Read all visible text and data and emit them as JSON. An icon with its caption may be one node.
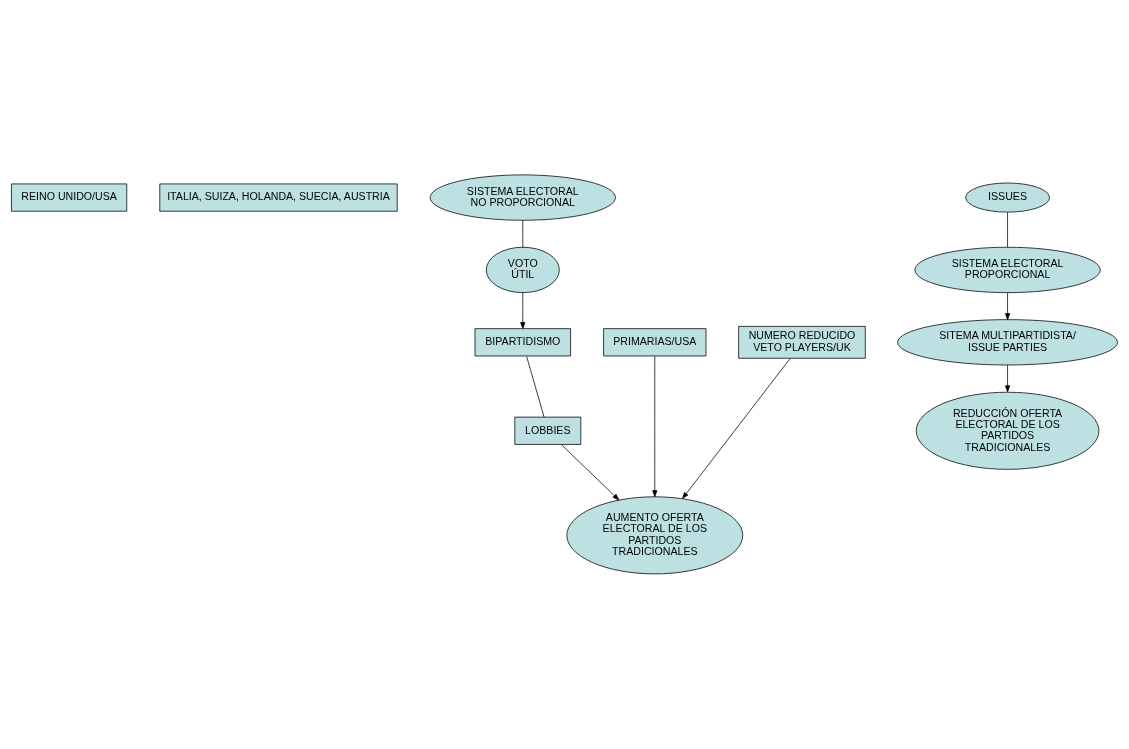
{
  "diagram": {
    "nodes": [
      {
        "text": [
          "REINO UNIDO/USA"
        ]
      },
      {
        "text": [
          "ITALIA, SUIZA, HOLANDA, SUECIA, AUSTRIA"
        ]
      },
      {
        "text": [
          "SISTEMA ELECTORAL NO PROPORCIONAL"
        ]
      },
      {
        "text": [
          "ISSUES"
        ]
      },
      {
        "text": [
          "VOTO ÚTIL"
        ]
      },
      {
        "text": [
          "SISTEMA ELECTORAL PROPORCIONAL"
        ]
      },
      {
        "text": [
          "PRIMARIAS/USA"
        ]
      },
      {
        "text": [
          "BIPARTIDISMO"
        ]
      },
      {
        "text": [
          "NUMERO REDUCIDO VETO PLAYERS/UK"
        ]
      },
      {
        "text": [
          "SITEMA MULTIPARTIDISTA/ ISSUE PARTIES"
        ]
      },
      {
        "text": [
          "LOBBIES"
        ]
      },
      {
        "text": [
          "AUMENTO OFERTA ELECTORAL DE LOS PARTIDOS TRADICIONALES"
        ]
      },
      {
        "text": [
          "REDUCCIÓN OFERTA ELECTORAL DE LOS PARTIDOS TRADICIONALES"
        ]
      }
    ],
    "edges": [
      {
        "from": 2,
        "to": 4,
        "arrow": "none"
      },
      {
        "from": 4,
        "to": 7,
        "arrow": "to"
      },
      {
        "from": 7,
        "to": 10,
        "arrow": "none"
      },
      {
        "from": 6,
        "to": 11,
        "arrow": "to"
      },
      {
        "from": 10,
        "to": 11,
        "arrow": "to"
      },
      {
        "from": 8,
        "to": 11,
        "arrow": "to"
      },
      {
        "from": 3,
        "to": 5,
        "arrow": "none"
      },
      {
        "from": 5,
        "to": 9,
        "arrow": "to"
      },
      {
        "from": 9,
        "to": 12,
        "arrow": "to"
      }
    ]
  }
}
